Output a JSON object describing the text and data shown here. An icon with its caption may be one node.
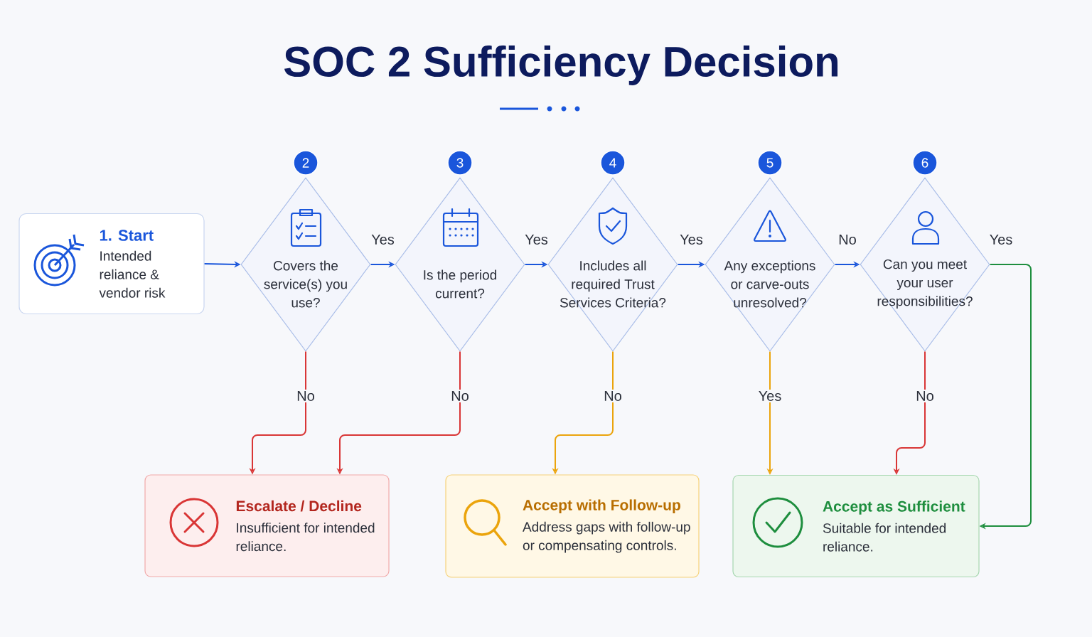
{
  "diagram": {
    "title": "SOC 2 Sufficiency Decision",
    "nodes": [
      {
        "text": [
          "1. Start",
          "Intended reliance & vendor risk"
        ]
      },
      {
        "text": [
          "Covers the service(s) you use?"
        ],
        "beside": [
          "2"
        ]
      },
      {
        "text": [
          "Is the period current?"
        ],
        "beside": [
          "3"
        ]
      },
      {
        "text": [
          "Includes all required Trust Services Criteria?"
        ],
        "beside": [
          "4"
        ]
      },
      {
        "text": [
          "Any exceptions or carve-outs unresolved?"
        ],
        "beside": [
          "5"
        ]
      },
      {
        "text": [
          "Can you meet your user responsibilities?"
        ],
        "beside": [
          "6"
        ]
      },
      {
        "text": [
          "Escalate / Decline",
          "Insufficient for intended reliance."
        ]
      },
      {
        "text": [
          "Accept with Follow-up",
          "Address gaps with follow-up or compensating controls."
        ]
      },
      {
        "text": [
          "Accept as Sufficient",
          "Suitable for intended reliance."
        ]
      }
    ],
    "edges": [
      {
        "from": 0,
        "to": 1,
        "arrow": "to"
      },
      {
        "from": 1,
        "to": 2,
        "arrow": "to",
        "label": "Yes"
      },
      {
        "from": 2,
        "to": 3,
        "arrow": "to",
        "label": "Yes"
      },
      {
        "from": 3,
        "to": 4,
        "arrow": "to",
        "label": "Yes"
      },
      {
        "from": 4,
        "to": 5,
        "arrow": "to",
        "label": "No"
      },
      {
        "from": 5,
        "to": 8,
        "arrow": "to",
        "label": "Yes",
        "color": "#1e8e3e"
      },
      {
        "from": 1,
        "to": 6,
        "arrow": "to",
        "label": "No",
        "color": "#d93636"
      },
      {
        "from": 2,
        "to": 6,
        "arrow": "to",
        "label": "No",
        "color": "#d93636"
      },
      {
        "from": 3,
        "to": 7,
        "arrow": "to",
        "label": "No",
        "color": "#eba40c"
      },
      {
        "from": 4,
        "to": 8,
        "arrow": "to",
        "label": "Yes",
        "color": "#eba40c"
      },
      {
        "from": 5,
        "to": 8,
        "arrow": "to",
        "label": "No",
        "color": "#d93636"
      }
    ]
  }
}
